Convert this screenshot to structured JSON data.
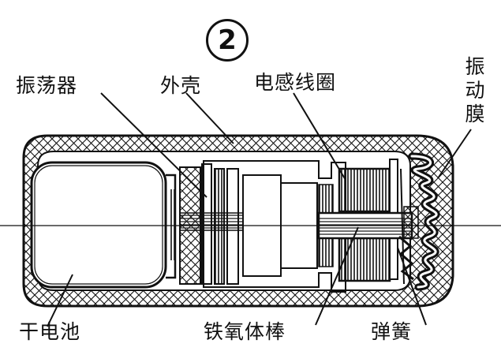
{
  "figure": {
    "number": "2",
    "labels": {
      "oscillator": "振荡器",
      "shell": "外壳",
      "inductor_coil": "电感线圈",
      "vibrating_membrane": [
        "振",
        "动",
        "膜"
      ],
      "dry_battery": "干电池",
      "ferrite_rod": "铁氧体棒",
      "spring": "弹簧"
    },
    "colors": {
      "ink": "#111111",
      "paper": "#ffffff"
    }
  }
}
